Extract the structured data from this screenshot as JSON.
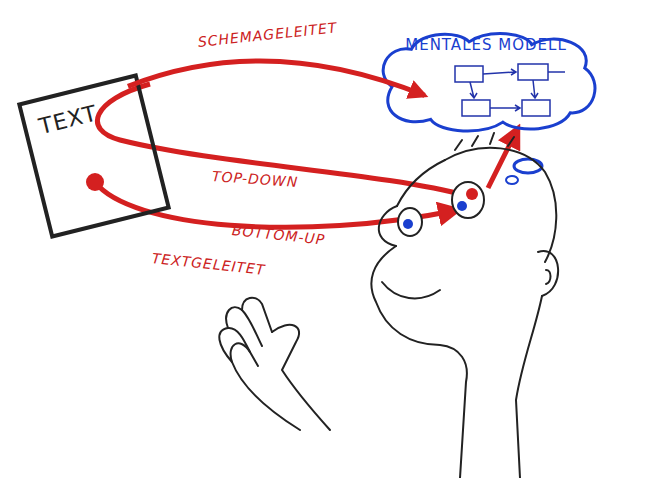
{
  "diagram": {
    "nodes": [
      {
        "text": [
          "TEXT"
        ]
      },
      {
        "text": [
          "MENTALES MODELL"
        ]
      }
    ],
    "edges": [
      {
        "from": 0,
        "to": 1,
        "arrow": "to",
        "label": "SCHEMAGELEITET"
      }
    ],
    "labels": [
      "TOP-DOWN",
      "BOTTOM-UP",
      "TEXTGELEITET"
    ]
  }
}
